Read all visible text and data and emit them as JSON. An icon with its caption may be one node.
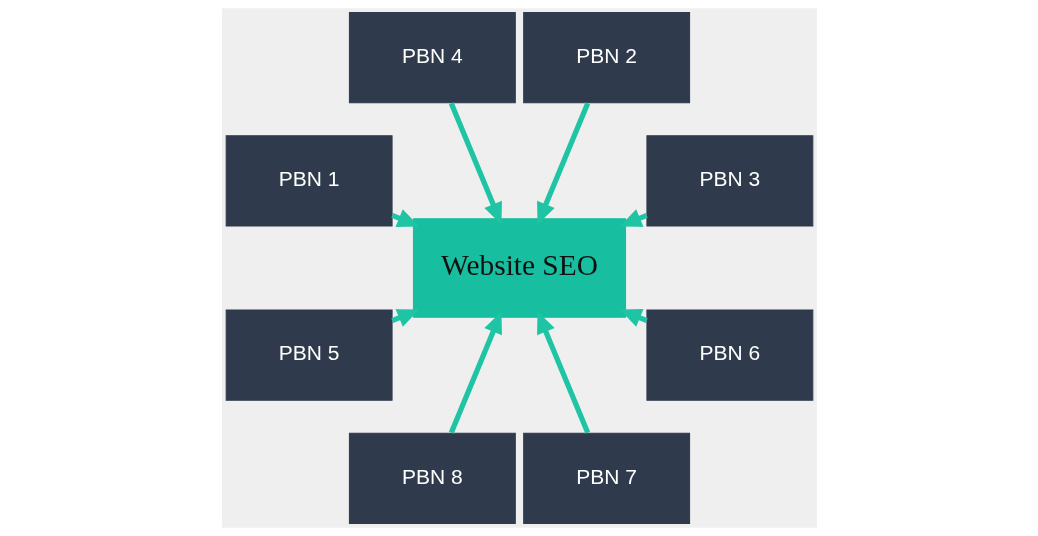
{
  "diagram": {
    "nodes": [
      {
        "text": [
          "PBN 3"
        ]
      },
      {
        "text": [
          "PBN 2"
        ]
      },
      {
        "text": [
          "PBN 4"
        ]
      },
      {
        "text": [
          "Website SEO"
        ]
      },
      {
        "text": [
          "PBN 1"
        ]
      },
      {
        "text": [
          "PBN 5"
        ]
      },
      {
        "text": [
          "PBN 8"
        ]
      },
      {
        "text": [
          "PBN 7"
        ]
      },
      {
        "text": [
          "PBN 6"
        ]
      }
    ],
    "edges": [
      {
        "from": 0,
        "to": 3,
        "arrow": "to"
      },
      {
        "from": 1,
        "to": 3,
        "arrow": "to"
      },
      {
        "from": 2,
        "to": 3,
        "arrow": "to"
      },
      {
        "from": 4,
        "to": 3,
        "arrow": "to"
      },
      {
        "from": 5,
        "to": 3,
        "arrow": "to"
      },
      {
        "from": 6,
        "to": 3,
        "arrow": "to"
      },
      {
        "from": 7,
        "to": 3,
        "arrow": "to"
      },
      {
        "from": 8,
        "to": 3,
        "arrow": "to"
      }
    ]
  }
}
